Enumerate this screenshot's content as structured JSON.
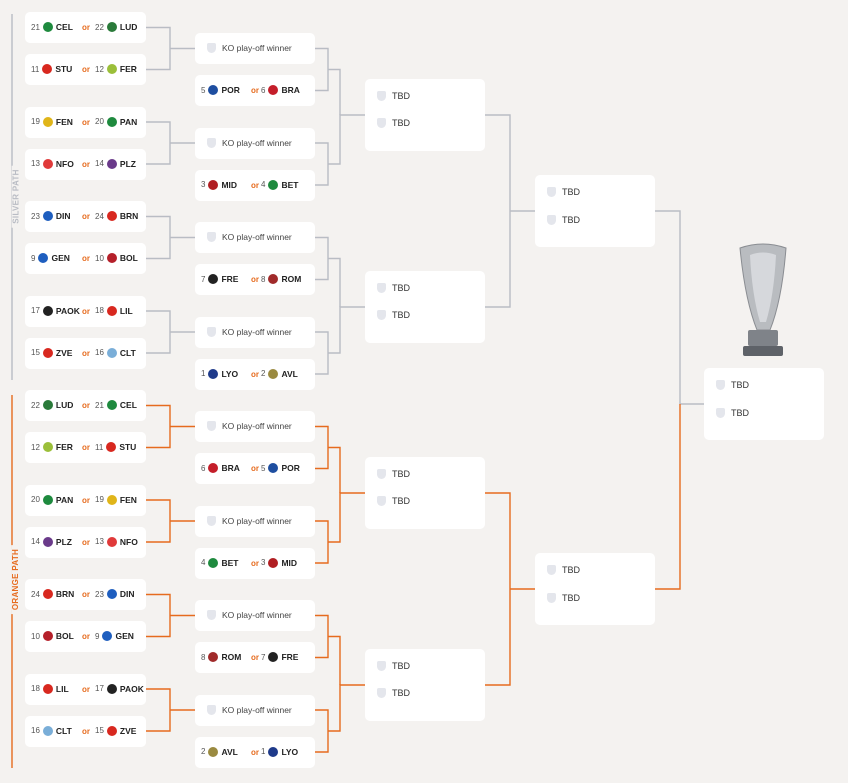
{
  "labels": {
    "silver_path": "SILVER PATH",
    "orange_path": "ORANGE PATH",
    "or": "or",
    "ko_winner": "KO play-off winner",
    "tbd": "TBD"
  },
  "colors": {
    "silver": "#b9bcc4",
    "orange": "#e66b1e"
  },
  "silver": [
    {
      "a": {
        "seed": "21",
        "team": "CEL",
        "logo": "#1e8a3e"
      },
      "b": {
        "seed": "22",
        "team": "LUD",
        "logo": "#2a7a3a"
      }
    },
    {
      "a": {
        "seed": "11",
        "team": "STU",
        "logo": "#d8281f"
      },
      "b": {
        "seed": "12",
        "team": "FER",
        "logo": "#9bbf3a"
      }
    },
    {
      "a": {
        "seed": "19",
        "team": "FEN",
        "logo": "#e0b519"
      },
      "b": {
        "seed": "20",
        "team": "PAN",
        "logo": "#1e8a3e"
      }
    },
    {
      "a": {
        "seed": "13",
        "team": "NFO",
        "logo": "#e03a3a"
      },
      "b": {
        "seed": "14",
        "team": "PLZ",
        "logo": "#6a3a8a"
      }
    },
    {
      "a": {
        "seed": "23",
        "team": "DIN",
        "logo": "#1e5ebf"
      },
      "b": {
        "seed": "24",
        "team": "BRN",
        "logo": "#d8281f"
      }
    },
    {
      "a": {
        "seed": "9",
        "team": "GEN",
        "logo": "#1e5ebf"
      },
      "b": {
        "seed": "10",
        "team": "BOL",
        "logo": "#b5202a"
      }
    },
    {
      "a": {
        "seed": "17",
        "team": "PAOK",
        "logo": "#222222"
      },
      "b": {
        "seed": "18",
        "team": "LIL",
        "logo": "#d8281f"
      }
    },
    {
      "a": {
        "seed": "15",
        "team": "ZVE",
        "logo": "#d8281f"
      },
      "b": {
        "seed": "16",
        "team": "CLT",
        "logo": "#7aaed8"
      }
    }
  ],
  "silver_direct": [
    {
      "a": {
        "seed": "5",
        "team": "POR",
        "logo": "#1e4ea0"
      },
      "b": {
        "seed": "6",
        "team": "BRA",
        "logo": "#c41e2a"
      }
    },
    {
      "a": {
        "seed": "3",
        "team": "MID",
        "logo": "#b01e22"
      },
      "b": {
        "seed": "4",
        "team": "BET",
        "logo": "#1e8a3e"
      }
    },
    {
      "a": {
        "seed": "7",
        "team": "FRE",
        "logo": "#222222"
      },
      "b": {
        "seed": "8",
        "team": "ROM",
        "logo": "#a02a2a"
      }
    },
    {
      "a": {
        "seed": "1",
        "team": "LYO",
        "logo": "#1e3a8a"
      },
      "b": {
        "seed": "2",
        "team": "AVL",
        "logo": "#9a8a40"
      }
    }
  ],
  "orange": [
    {
      "a": {
        "seed": "22",
        "team": "LUD",
        "logo": "#2a7a3a"
      },
      "b": {
        "seed": "21",
        "team": "CEL",
        "logo": "#1e8a3e"
      }
    },
    {
      "a": {
        "seed": "12",
        "team": "FER",
        "logo": "#9bbf3a"
      },
      "b": {
        "seed": "11",
        "team": "STU",
        "logo": "#d8281f"
      }
    },
    {
      "a": {
        "seed": "20",
        "team": "PAN",
        "logo": "#1e8a3e"
      },
      "b": {
        "seed": "19",
        "team": "FEN",
        "logo": "#e0b519"
      }
    },
    {
      "a": {
        "seed": "14",
        "team": "PLZ",
        "logo": "#6a3a8a"
      },
      "b": {
        "seed": "13",
        "team": "NFO",
        "logo": "#e03a3a"
      }
    },
    {
      "a": {
        "seed": "24",
        "team": "BRN",
        "logo": "#d8281f"
      },
      "b": {
        "seed": "23",
        "team": "DIN",
        "logo": "#1e5ebf"
      }
    },
    {
      "a": {
        "seed": "10",
        "team": "BOL",
        "logo": "#b5202a"
      },
      "b": {
        "seed": "9",
        "team": "GEN",
        "logo": "#1e5ebf"
      }
    },
    {
      "a": {
        "seed": "18",
        "team": "LIL",
        "logo": "#d8281f"
      },
      "b": {
        "seed": "17",
        "team": "PAOK",
        "logo": "#222222"
      }
    },
    {
      "a": {
        "seed": "16",
        "team": "CLT",
        "logo": "#7aaed8"
      },
      "b": {
        "seed": "15",
        "team": "ZVE",
        "logo": "#d8281f"
      }
    }
  ],
  "orange_direct": [
    {
      "a": {
        "seed": "6",
        "team": "BRA",
        "logo": "#c41e2a"
      },
      "b": {
        "seed": "5",
        "team": "POR",
        "logo": "#1e4ea0"
      }
    },
    {
      "a": {
        "seed": "4",
        "team": "BET",
        "logo": "#1e8a3e"
      },
      "b": {
        "seed": "3",
        "team": "MID",
        "logo": "#b01e22"
      }
    },
    {
      "a": {
        "seed": "8",
        "team": "ROM",
        "logo": "#a02a2a"
      },
      "b": {
        "seed": "7",
        "team": "FRE",
        "logo": "#222222"
      }
    },
    {
      "a": {
        "seed": "2",
        "team": "AVL",
        "logo": "#9a8a40"
      },
      "b": {
        "seed": "1",
        "team": "LYO",
        "logo": "#1e3a8a"
      }
    }
  ]
}
